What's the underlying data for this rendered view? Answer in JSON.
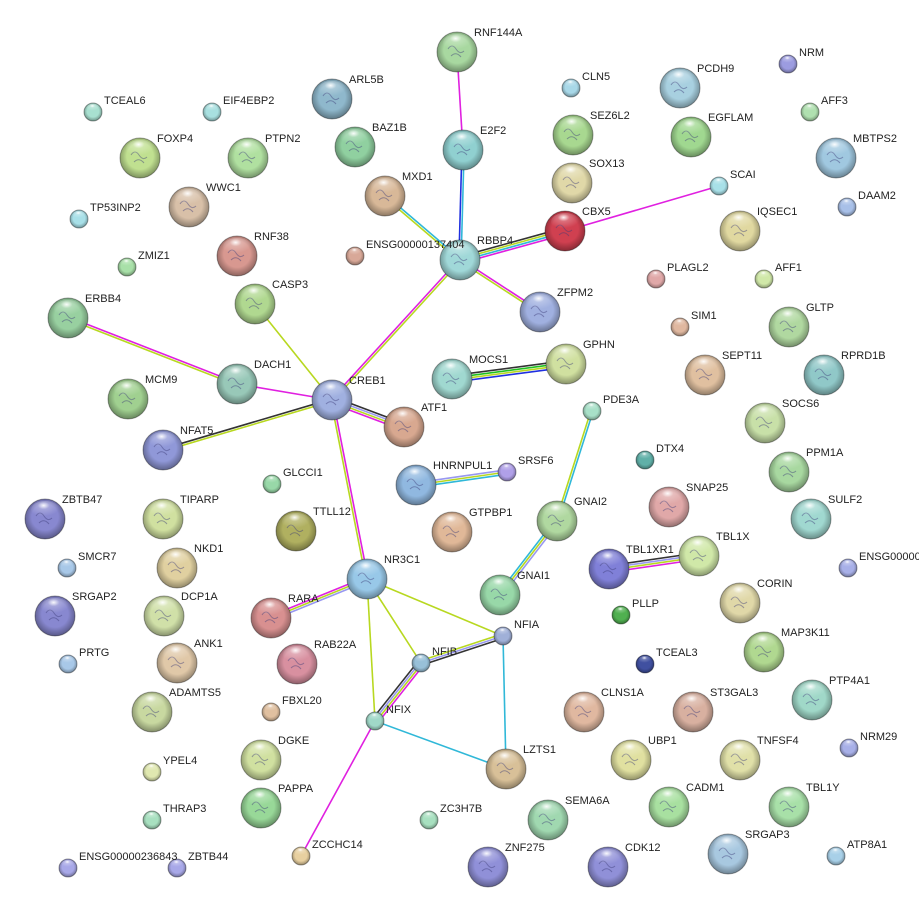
{
  "network": {
    "nodes": [
      {
        "label": "RNF144A",
        "color": "#a8d8a0",
        "size": "big"
      },
      {
        "label": "ARL5B",
        "color": "#8fb8cc",
        "size": "big"
      },
      {
        "label": "CLN5",
        "color": "#a8d8e8",
        "size": "small"
      },
      {
        "label": "PCDH9",
        "color": "#a8d0e0",
        "size": "big"
      },
      {
        "label": "NRM",
        "color": "#9c9ce0",
        "size": "small"
      },
      {
        "label": "TCEAL6",
        "color": "#a8e0d0",
        "size": "small"
      },
      {
        "label": "EIF4EBP2",
        "color": "#a8e0e0",
        "size": "small"
      },
      {
        "label": "AFF3",
        "color": "#b0e0b0",
        "size": "small"
      },
      {
        "label": "BAZ1B",
        "color": "#90d0a0",
        "size": "big"
      },
      {
        "label": "E2F2",
        "color": "#90d0d0",
        "size": "big"
      },
      {
        "label": "SEZ6L2",
        "color": "#a8d890",
        "size": "big"
      },
      {
        "label": "EGFLAM",
        "color": "#a0d890",
        "size": "big"
      },
      {
        "label": "FOXP4",
        "color": "#c0e090",
        "size": "big"
      },
      {
        "label": "PTPN2",
        "color": "#b0e0a0",
        "size": "big"
      },
      {
        "label": "MBTPS2",
        "color": "#a0c8e0",
        "size": "big"
      },
      {
        "label": "MXD1",
        "color": "#d8b898",
        "size": "big"
      },
      {
        "label": "SOX13",
        "color": "#e0d8a8",
        "size": "big"
      },
      {
        "label": "SCAI",
        "color": "#a8e0e8",
        "size": "small"
      },
      {
        "label": "WWC1",
        "color": "#d8c0a8",
        "size": "big"
      },
      {
        "label": "TP53INP2",
        "color": "#a8e0e8",
        "size": "small"
      },
      {
        "label": "DAAM2",
        "color": "#a8c0e8",
        "size": "small"
      },
      {
        "label": "CBX5",
        "color": "#d04050",
        "size": "big"
      },
      {
        "label": "IQSEC1",
        "color": "#e0d8a0",
        "size": "big"
      },
      {
        "label": "RNF38",
        "color": "#d89890",
        "size": "big"
      },
      {
        "label": "ENSG00000137404",
        "color": "#d8a898",
        "size": "small"
      },
      {
        "label": "RBBP4",
        "color": "#a0d8d8",
        "size": "big"
      },
      {
        "label": "ZMIZ1",
        "color": "#a8e0a8",
        "size": "small"
      },
      {
        "label": "PLAGL2",
        "color": "#e0a8a8",
        "size": "small"
      },
      {
        "label": "AFF1",
        "color": "#d0e8a8",
        "size": "small"
      },
      {
        "label": "CASP3",
        "color": "#b0d890",
        "size": "big"
      },
      {
        "label": "ZFPM2",
        "color": "#a0b0e0",
        "size": "big"
      },
      {
        "label": "ERBB4",
        "color": "#98d0a0",
        "size": "big"
      },
      {
        "label": "SIM1",
        "color": "#e0b8a0",
        "size": "small"
      },
      {
        "label": "GLTP",
        "color": "#b0d8a0",
        "size": "big"
      },
      {
        "label": "MOCS1",
        "color": "#a0d8d0",
        "size": "big"
      },
      {
        "label": "GPHN",
        "color": "#d0e0a0",
        "size": "big"
      },
      {
        "label": "SEPT11",
        "color": "#e0c0a0",
        "size": "big"
      },
      {
        "label": "RPRD1B",
        "color": "#90c8c8",
        "size": "big"
      },
      {
        "label": "DACH1",
        "color": "#98c8b8",
        "size": "big"
      },
      {
        "label": "MCM9",
        "color": "#a0d090",
        "size": "big"
      },
      {
        "label": "CREB1",
        "color": "#a0b0e0",
        "size": "big"
      },
      {
        "label": "ATF1",
        "color": "#d8a890",
        "size": "big"
      },
      {
        "label": "PDE3A",
        "color": "#a8e0c8",
        "size": "small"
      },
      {
        "label": "SOCS6",
        "color": "#c8e0a8",
        "size": "big"
      },
      {
        "label": "NFAT5",
        "color": "#9098d8",
        "size": "big"
      },
      {
        "label": "GLCCI1",
        "color": "#98d8a8",
        "size": "small"
      },
      {
        "label": "HNRNPUL1",
        "color": "#90b8e0",
        "size": "big"
      },
      {
        "label": "SRSF6",
        "color": "#b0a0e8",
        "size": "small"
      },
      {
        "label": "DTX4",
        "color": "#60b0a8",
        "size": "small"
      },
      {
        "label": "PPM1A",
        "color": "#a8d8a0",
        "size": "big"
      },
      {
        "label": "ZBTB47",
        "color": "#8888d0",
        "size": "big"
      },
      {
        "label": "TIPARP",
        "color": "#d0e0a0",
        "size": "big"
      },
      {
        "label": "TTLL12",
        "color": "#b0b060",
        "size": "big"
      },
      {
        "label": "GTPBP1",
        "color": "#e0b898",
        "size": "big"
      },
      {
        "label": "GNAI2",
        "color": "#b0d8a0",
        "size": "big"
      },
      {
        "label": "SNAP25",
        "color": "#e0a8a8",
        "size": "big"
      },
      {
        "label": "SULF2",
        "color": "#a0d8d0",
        "size": "big"
      },
      {
        "label": "SMCR7",
        "color": "#a8c8e8",
        "size": "small"
      },
      {
        "label": "NKD1",
        "color": "#e0d0a0",
        "size": "big"
      },
      {
        "label": "NR3C1",
        "color": "#98c8e8",
        "size": "big"
      },
      {
        "label": "TBL1XR1",
        "color": "#8080d8",
        "size": "big"
      },
      {
        "label": "TBL1X",
        "color": "#d0e8a8",
        "size": "big"
      },
      {
        "label": "ENSG00000",
        "color": "#a8b0e8",
        "size": "small"
      },
      {
        "label": "GNAI1",
        "color": "#98d8a8",
        "size": "big"
      },
      {
        "label": "SRGAP2",
        "color": "#8888d0",
        "size": "big"
      },
      {
        "label": "DCP1A",
        "color": "#d0e0a8",
        "size": "big"
      },
      {
        "label": "RARA",
        "color": "#d89090",
        "size": "big"
      },
      {
        "label": "PLLP",
        "color": "#50b050",
        "size": "small"
      },
      {
        "label": "CORIN",
        "color": "#e0d8a8",
        "size": "big"
      },
      {
        "label": "NFIA",
        "color": "#a0b0d8",
        "size": "small"
      },
      {
        "label": "PRTG",
        "color": "#a8c8e8",
        "size": "small"
      },
      {
        "label": "ANK1",
        "color": "#e0c8a8",
        "size": "big"
      },
      {
        "label": "RAB22A",
        "color": "#d890a0",
        "size": "big"
      },
      {
        "label": "NFIB",
        "color": "#98c0d8",
        "size": "small"
      },
      {
        "label": "TCEAL3",
        "color": "#4050a0",
        "size": "small"
      },
      {
        "label": "MAP3K11",
        "color": "#b0d890",
        "size": "big"
      },
      {
        "label": "ADAMTS5",
        "color": "#c8d8a0",
        "size": "big"
      },
      {
        "label": "FBXL20",
        "color": "#e0c0a0",
        "size": "small"
      },
      {
        "label": "CLNS1A",
        "color": "#e0b8a0",
        "size": "big"
      },
      {
        "label": "ST3GAL3",
        "color": "#d8b0a0",
        "size": "big"
      },
      {
        "label": "PTP4A1",
        "color": "#a0d8c8",
        "size": "big"
      },
      {
        "label": "NFIX",
        "color": "#a0d8c8",
        "size": "small"
      },
      {
        "label": "NRM29",
        "color": "#a8b0e8",
        "size": "small"
      },
      {
        "label": "DGKE",
        "color": "#d0e0a0",
        "size": "big"
      },
      {
        "label": "UBP1",
        "color": "#e0e0a0",
        "size": "big"
      },
      {
        "label": "TNFSF4",
        "color": "#e0e0a8",
        "size": "big"
      },
      {
        "label": "LZTS1",
        "color": "#d8c098",
        "size": "big"
      },
      {
        "label": "YPEL4",
        "color": "#e0e8b0",
        "size": "small"
      },
      {
        "label": "PAPPA",
        "color": "#98d898",
        "size": "big"
      },
      {
        "label": "CADM1",
        "color": "#a8e0a0",
        "size": "big"
      },
      {
        "label": "TBL1Y",
        "color": "#a8e0a8",
        "size": "big"
      },
      {
        "label": "THRAP3",
        "color": "#a8e0c0",
        "size": "small"
      },
      {
        "label": "ZC3H7B",
        "color": "#a8e0c0",
        "size": "small"
      },
      {
        "label": "SEMA6A",
        "color": "#a0d8b0",
        "size": "big"
      },
      {
        "label": "SRGAP3",
        "color": "#a8c8e0",
        "size": "big"
      },
      {
        "label": "ATP8A1",
        "color": "#a8d0e8",
        "size": "small"
      },
      {
        "label": "ZCCHC14",
        "color": "#e8d0a0",
        "size": "small"
      },
      {
        "label": "ZNF275",
        "color": "#9090d8",
        "size": "big"
      },
      {
        "label": "CDK12",
        "color": "#9090d8",
        "size": "big"
      },
      {
        "label": "ENSG00000236843",
        "color": "#a8a8e8",
        "size": "small"
      },
      {
        "label": "ZBTB44",
        "color": "#a8a8e8",
        "size": "small"
      }
    ],
    "edge_colors": {
      "black": "#333333",
      "yellowgreen": "#b8d820",
      "magenta": "#e020e0",
      "cyan": "#30b8d8",
      "lavender": "#9898f0",
      "green": "#20c020",
      "blue": "#2030e0"
    },
    "edges": [
      {
        "a": "RNF144A",
        "b": "E2F2",
        "ev": [
          "magenta"
        ]
      },
      {
        "a": "E2F2",
        "b": "RBBP4",
        "ev": [
          "cyan",
          "blue"
        ]
      },
      {
        "a": "MXD1",
        "b": "RBBP4",
        "ev": [
          "cyan",
          "yellowgreen"
        ]
      },
      {
        "a": "RBBP4",
        "b": "CBX5",
        "ev": [
          "black",
          "yellowgreen",
          "cyan",
          "magenta"
        ]
      },
      {
        "a": "SCAI",
        "b": "CBX5",
        "ev": [
          "magenta"
        ]
      },
      {
        "a": "RBBP4",
        "b": "ZFPM2",
        "ev": [
          "magenta",
          "yellowgreen"
        ]
      },
      {
        "a": "RBBP4",
        "b": "CREB1",
        "ev": [
          "yellowgreen",
          "magenta"
        ]
      },
      {
        "a": "CASP3",
        "b": "CREB1",
        "ev": [
          "yellowgreen"
        ]
      },
      {
        "a": "ERBB4",
        "b": "DACH1",
        "ev": [
          "magenta",
          "yellowgreen"
        ]
      },
      {
        "a": "DACH1",
        "b": "CREB1",
        "ev": [
          "magenta"
        ]
      },
      {
        "a": "CREB1",
        "b": "ATF1",
        "ev": [
          "black",
          "lavender",
          "yellowgreen",
          "magenta"
        ]
      },
      {
        "a": "NFAT5",
        "b": "CREB1",
        "ev": [
          "black",
          "yellowgreen"
        ]
      },
      {
        "a": "CREB1",
        "b": "NR3C1",
        "ev": [
          "magenta",
          "yellowgreen"
        ]
      },
      {
        "a": "MOCS1",
        "b": "GPHN",
        "ev": [
          "black",
          "green",
          "yellowgreen",
          "blue"
        ]
      },
      {
        "a": "PDE3A",
        "b": "GNAI2",
        "ev": [
          "cyan",
          "yellowgreen"
        ]
      },
      {
        "a": "HNRNPUL1",
        "b": "SRSF6",
        "ev": [
          "lavender",
          "yellowgreen",
          "cyan"
        ]
      },
      {
        "a": "GNAI2",
        "b": "GNAI1",
        "ev": [
          "lavender",
          "yellowgreen",
          "cyan"
        ]
      },
      {
        "a": "TBL1XR1",
        "b": "TBL1X",
        "ev": [
          "black",
          "lavender",
          "yellowgreen",
          "magenta"
        ]
      },
      {
        "a": "NR3C1",
        "b": "RARA",
        "ev": [
          "lavender",
          "yellowgreen",
          "magenta"
        ]
      },
      {
        "a": "NR3C1",
        "b": "NFIA",
        "ev": [
          "yellowgreen"
        ]
      },
      {
        "a": "NR3C1",
        "b": "NFIB",
        "ev": [
          "yellowgreen"
        ]
      },
      {
        "a": "NR3C1",
        "b": "NFIX",
        "ev": [
          "yellowgreen"
        ]
      },
      {
        "a": "NFIB",
        "b": "NFIA",
        "ev": [
          "yellowgreen",
          "lavender",
          "black"
        ]
      },
      {
        "a": "NFIB",
        "b": "NFIX",
        "ev": [
          "magenta",
          "yellowgreen",
          "lavender",
          "black"
        ]
      },
      {
        "a": "NFIA",
        "b": "LZTS1",
        "ev": [
          "cyan"
        ]
      },
      {
        "a": "NFIX",
        "b": "LZTS1",
        "ev": [
          "cyan"
        ]
      },
      {
        "a": "NFIX",
        "b": "ZCCHC14",
        "ev": [
          "magenta"
        ]
      }
    ]
  }
}
